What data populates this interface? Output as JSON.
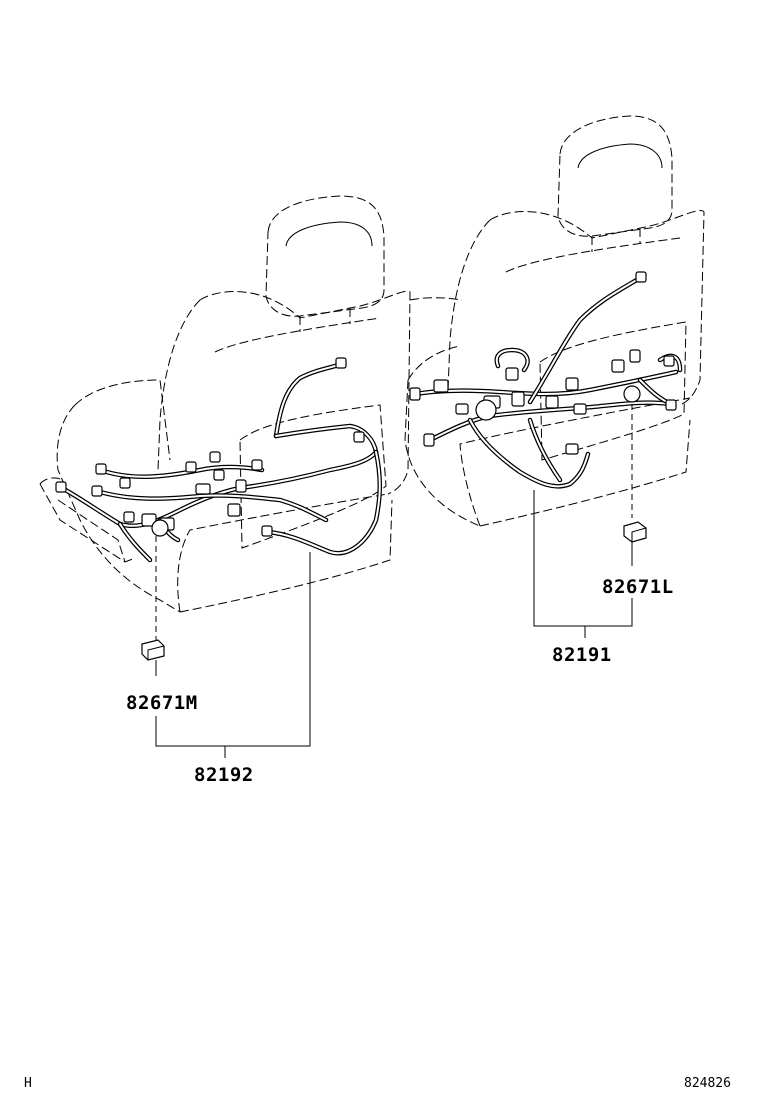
{
  "labels": {
    "part_82192": "82192",
    "part_82671M": "82671M",
    "part_82191": "82191",
    "part_82671L": "82671L"
  },
  "footer": {
    "left_code": "H",
    "right_code": "824826"
  }
}
